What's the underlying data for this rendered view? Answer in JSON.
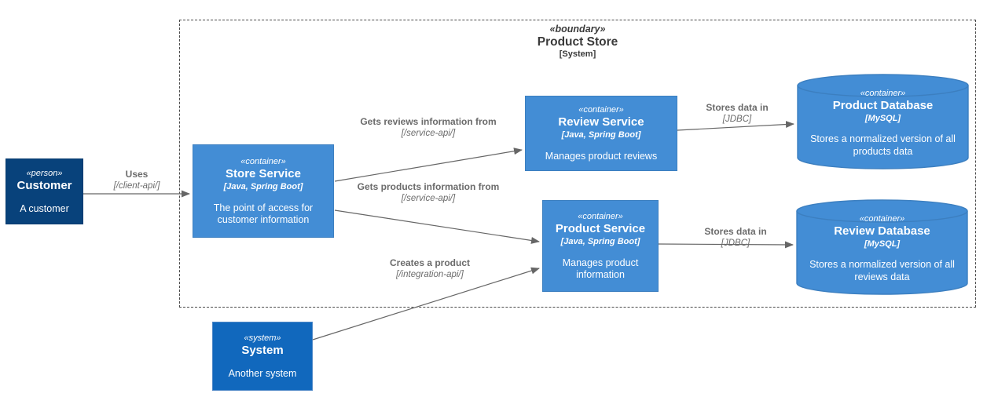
{
  "colors": {
    "person": "#08427B",
    "person-border": "#073B6F",
    "system": "#1168BD",
    "system-border": "#4D87C7",
    "container": "#438DD5",
    "container-border": "#3C7FC0",
    "boundary-border": "#4a4a4a",
    "boundary-text": "#3b3b3b",
    "edge": "#666666",
    "label": "#6b6b6b"
  },
  "boundary": {
    "stereotype": "«boundary»",
    "name": "Product Store",
    "type": "[System]"
  },
  "nodes": {
    "customer": {
      "stereotype": "«person»",
      "name": "Customer",
      "description": "A customer"
    },
    "store_service": {
      "stereotype": "«container»",
      "name": "Store Service",
      "tech": "[Java, Spring Boot]",
      "description": "The point of access for customer information"
    },
    "review_service": {
      "stereotype": "«container»",
      "name": "Review Service",
      "tech": "[Java, Spring Boot]",
      "description": "Manages product reviews"
    },
    "product_service": {
      "stereotype": "«container»",
      "name": "Product Service",
      "tech": "[Java, Spring Boot]",
      "description": "Manages product information"
    },
    "product_database": {
      "stereotype": "«container»",
      "name": "Product Database",
      "tech": "[MySQL]",
      "description": "Stores a normalized version of all products data"
    },
    "review_database": {
      "stereotype": "«container»",
      "name": "Review Database",
      "tech": "[MySQL]",
      "description": "Stores a normalized version of all reviews data"
    },
    "system": {
      "stereotype": "«system»",
      "name": "System",
      "description": "Another system"
    }
  },
  "edges": {
    "uses": {
      "label": "Uses",
      "protocol": "[/client-api/]"
    },
    "gets_reviews": {
      "label": "Gets reviews information from",
      "protocol": "[/service-api/]"
    },
    "gets_products": {
      "label": "Gets products information from",
      "protocol": "[/service-api/]"
    },
    "creates_product": {
      "label": "Creates a product",
      "protocol": "[/integration-api/]"
    },
    "stores_data_reviews": {
      "label": "Stores data in",
      "protocol": "[JDBC]"
    },
    "stores_data_products": {
      "label": "Stores data in",
      "protocol": "[JDBC]"
    }
  }
}
